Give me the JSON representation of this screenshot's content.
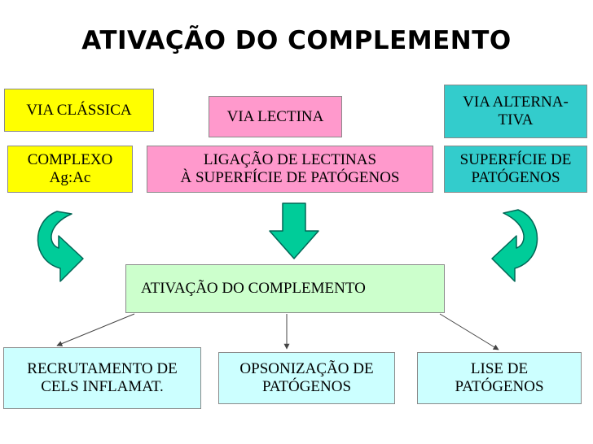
{
  "title": "ATIVAÇÃO DO COMPLEMENTO",
  "pathways": {
    "classica": {
      "label": "VIA CLÁSSICA",
      "trigger": "COMPLEXO\nAg:Ac"
    },
    "lectina": {
      "label": "VIA LECTINA",
      "trigger": "LIGAÇÃO DE LECTINAS\nÀ SUPERFÍCIE DE PATÓGENOS"
    },
    "alternativa": {
      "label": "VIA ALTERNA-\nTIVA",
      "trigger": "SUPERFÍCIE DE\nPATÓGENOS"
    }
  },
  "center": {
    "label": "ATIVAÇÃO DO COMPLEMENTO"
  },
  "outcomes": [
    {
      "label": "RECRUTAMENTO DE\nCELS INFLAMAT."
    },
    {
      "label": "OPSONIZAÇÃO DE\nPATÓGENOS"
    },
    {
      "label": "LISE DE\nPATÓGENOS"
    }
  ],
  "colors": {
    "yellow": "#ffff00",
    "pink": "#ff99cc",
    "teal": "#33cccc",
    "light_green": "#ccffcc",
    "light_cyan": "#ccffff",
    "arrow_green": "#00cc99"
  }
}
